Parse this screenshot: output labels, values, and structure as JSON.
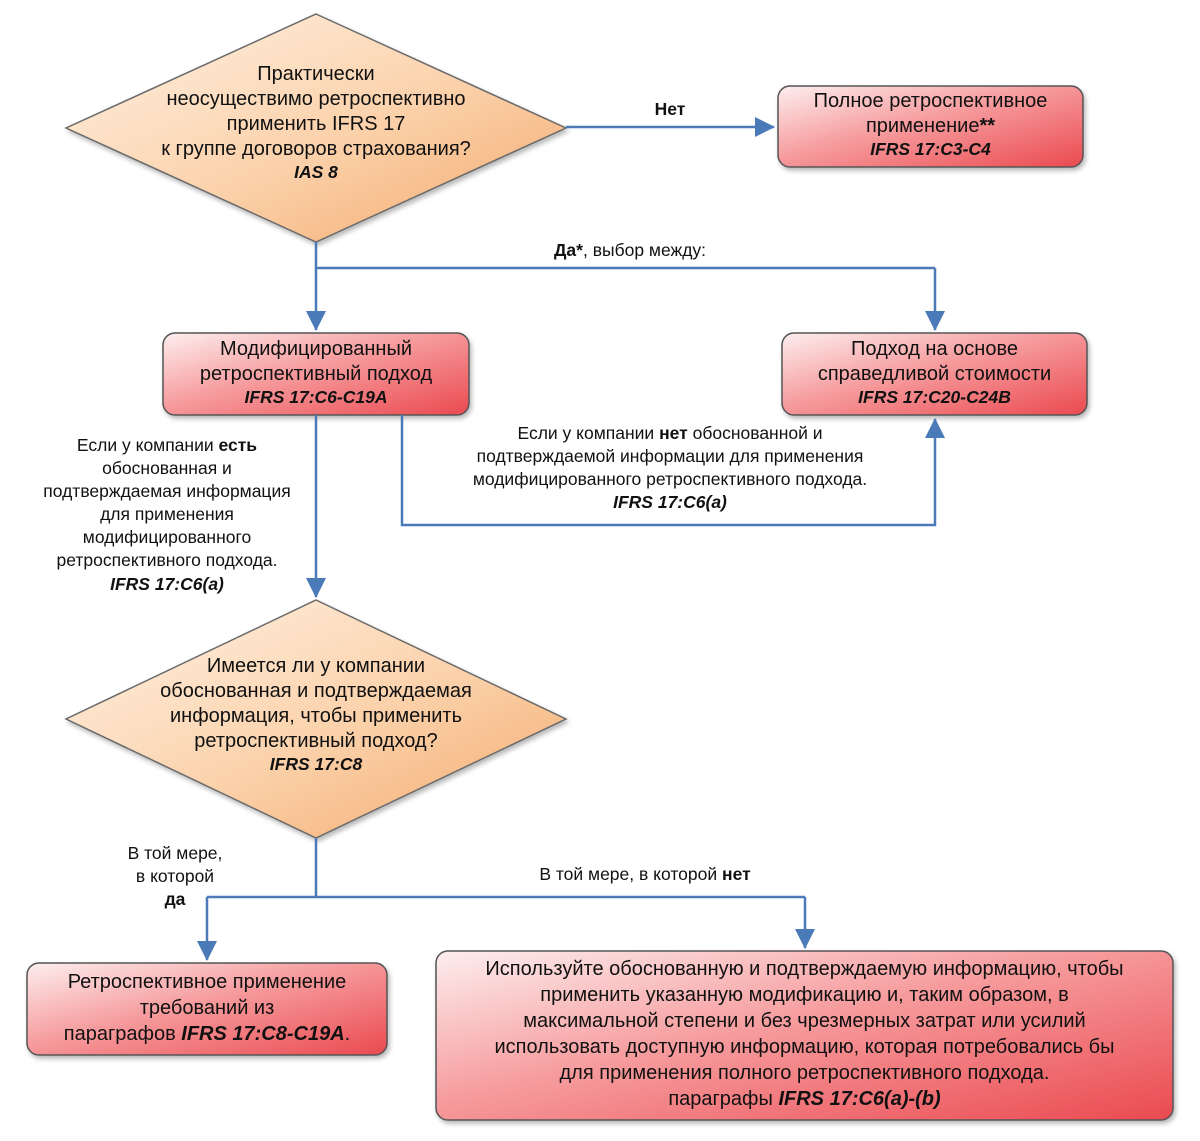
{
  "decision1": {
    "line1": "Практически",
    "line2": "неосуществимо ретроспективно",
    "line3": "применить IFRS 17",
    "line4": "к группе договоров страхования?",
    "ref": "IAS 8"
  },
  "label_no": "Нет",
  "box_full": {
    "line1": "Полное ретроспективное",
    "line2": "применение",
    "stars": "**",
    "ref": "IFRS 17:C3-C4"
  },
  "label_yes": {
    "bold": "Да*",
    "text": ", выбор между:"
  },
  "box_modified": {
    "line1": "Модифицированный",
    "line2": "ретроспективный подход",
    "ref": "IFRS 17:C6-C19A"
  },
  "box_fair": {
    "line1": "Подход на основе",
    "line2": "справедливой стоимости",
    "ref": "IFRS 17:C20-C24B"
  },
  "note_has": {
    "line1_pre": "Если у компании ",
    "line1_bold": "есть",
    "line2": "обоснованная и",
    "line3": "подтверждаемая информация",
    "line4": "для применения",
    "line5": "модифицированного",
    "line6": "ретроспективного подхода.",
    "ref": "IFRS 17:C6(a)"
  },
  "note_not": {
    "line1_pre": "Если у компании ",
    "line1_bold": "нет",
    "line1_post": " обоснованной и",
    "line2": "подтверждаемой информации для применения",
    "line3": "модифицированного ретроспективного подхода.",
    "ref": "IFRS 17:C6(a)"
  },
  "decision2": {
    "line1": "Имеется ли у компании",
    "line2": "обоснованная и подтверждаемая",
    "line3": "информация, чтобы применить",
    "line4": "ретроспективный подход?",
    "ref": "IFRS 17:C8"
  },
  "label_extent_yes": {
    "line1": "В той мере,",
    "line2": "в которой",
    "line3": "да"
  },
  "label_extent_no": {
    "text": "В той мере, в которой ",
    "bold": "нет"
  },
  "box_retro": {
    "line1": "Ретроспективное применение",
    "line2": "требований из",
    "line3_pre": "параграфов ",
    "line3_ref": "IFRS 17:C8-C19A",
    "line3_post": "."
  },
  "box_use": {
    "line1": "Используйте обоснованную и подтверждаемую информацию, чтобы",
    "line2": "применить указанную модификацию и, таким образом, в",
    "line3": "максимальной степени и без чрезмерных затрат или усилий",
    "line4": "использовать доступную информацию, которая потребовались бы",
    "line5": "для применения полного ретроспективного подхода.",
    "line6_pre": "параграфы ",
    "line6_ref": "IFRS 17:C6(a)-(b)"
  },
  "colors": {
    "arrow": "#4a7ab8",
    "diamond_light": "#fde6cf",
    "diamond_dark": "#f6b27a",
    "box_light": "#fbe0e0",
    "box_dark": "#ee5a5e"
  }
}
